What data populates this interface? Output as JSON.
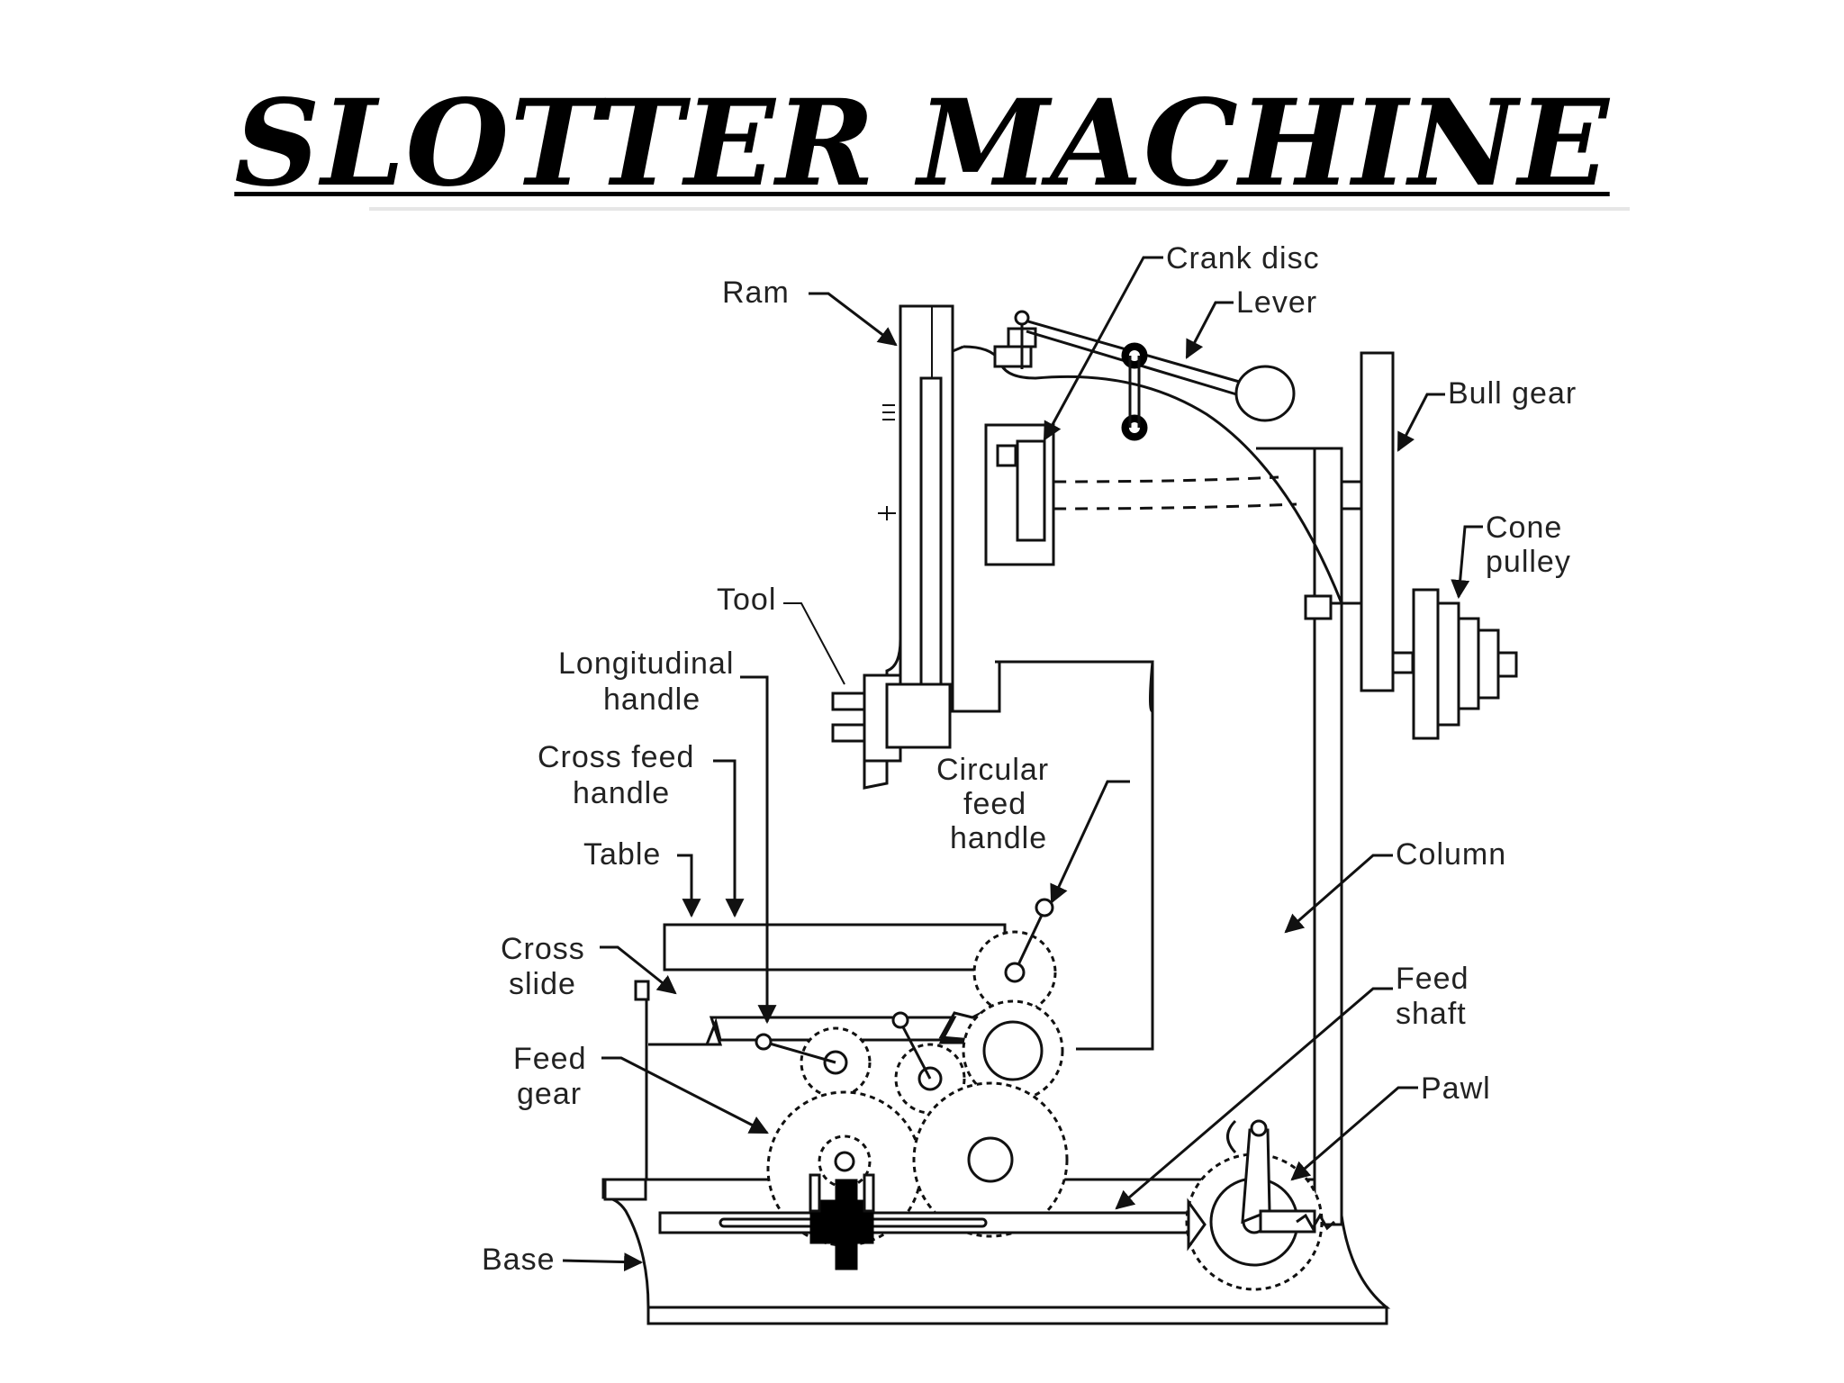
{
  "title": "SLOTTER  MACHINE",
  "labels": {
    "crank_disc": "Crank disc",
    "ram": "Ram",
    "lever": "Lever",
    "bull_gear": "Bull gear",
    "cone_pulley_1": "Cone",
    "cone_pulley_2": "pulley",
    "tool": "Tool",
    "longitudinal_1": "Longitudinal",
    "longitudinal_2": "handle",
    "cross_feed_1": "Cross feed",
    "cross_feed_2": "handle",
    "circular_1": "Circular",
    "circular_2": "feed",
    "circular_3": "handle",
    "table": "Table",
    "column": "Column",
    "cross_slide_1": "Cross",
    "cross_slide_2": "slide",
    "feed_shaft_1": "Feed",
    "feed_shaft_2": "shaft",
    "feed_gear_1": "Feed",
    "feed_gear_2": "gear",
    "pawl": "Pawl",
    "base": "Base"
  },
  "colors": {
    "ink": "#111111",
    "background": "#ffffff",
    "rule": "#e6e6e6"
  }
}
